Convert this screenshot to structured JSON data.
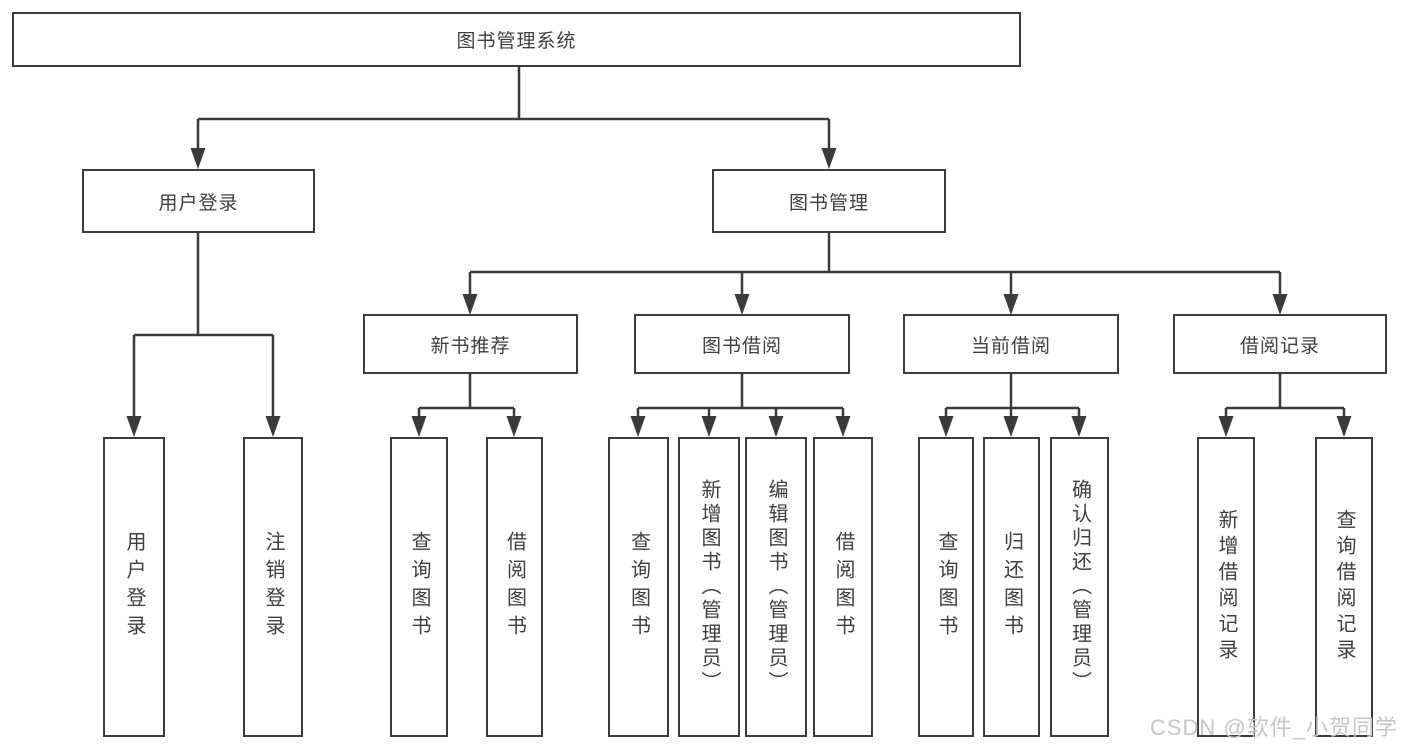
{
  "diagram_title": "图书管理系统",
  "tree": {
    "label": "图书管理系统",
    "children": [
      {
        "label": "用户登录",
        "children": [
          {
            "label": "用户登录"
          },
          {
            "label": "注销登录"
          }
        ]
      },
      {
        "label": "图书管理",
        "children": [
          {
            "label": "新书推荐",
            "children": [
              {
                "label": "查询图书"
              },
              {
                "label": "借阅图书"
              }
            ]
          },
          {
            "label": "图书借阅",
            "children": [
              {
                "label": "查询图书"
              },
              {
                "label": "新增图书（管理员）"
              },
              {
                "label": "编辑图书（管理员）"
              },
              {
                "label": "借阅图书"
              }
            ]
          },
          {
            "label": "当前借阅",
            "children": [
              {
                "label": "查询图书"
              },
              {
                "label": "归还图书"
              },
              {
                "label": "确认归还（管理员）"
              }
            ]
          },
          {
            "label": "借阅记录",
            "children": [
              {
                "label": "新增借阅记录"
              },
              {
                "label": "查询借阅记录"
              }
            ]
          }
        ]
      }
    ]
  },
  "watermark": {
    "text": "CSDN @软件_小贺同学"
  },
  "colors": {
    "background": "#ffffff",
    "line": "#3b3b3b",
    "box_border": "#3b3b3b",
    "text": "#3f3f3f",
    "watermark": "#c6c6c6"
  }
}
